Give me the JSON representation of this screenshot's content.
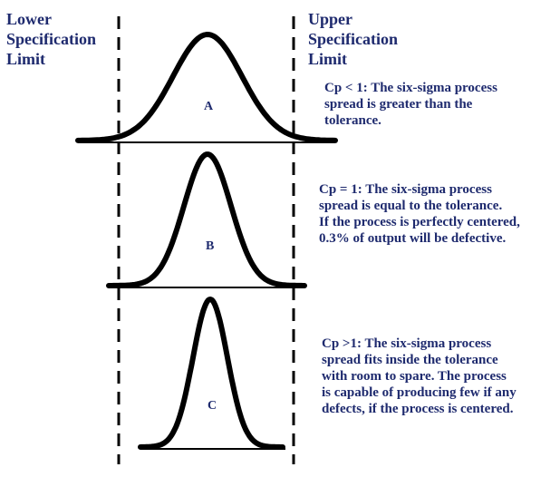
{
  "lower_limit": {
    "lines": [
      "Lower",
      "Specification",
      "Limit"
    ]
  },
  "upper_limit": {
    "lines": [
      "Upper",
      "Specification",
      "Limit"
    ]
  },
  "cases": [
    {
      "letter": "A",
      "description": [
        "Cp < 1: The six-sigma process",
        "spread is greater than the",
        "tolerance."
      ]
    },
    {
      "letter": "B",
      "description": [
        "Cp = 1: The six-sigma process",
        "spread is equal to the tolerance.",
        "If the process is perfectly centered,",
        "0.3% of output will be defective."
      ]
    },
    {
      "letter": "C",
      "description": [
        "Cp >1:  The six-sigma process",
        "spread fits inside the tolerance",
        "with room to spare.  The process",
        "is capable of producing few if any",
        "defects, if the process is centered."
      ]
    }
  ],
  "colors": {
    "text": "#1e2a6e",
    "curve": "#000000",
    "line": "#000000"
  }
}
